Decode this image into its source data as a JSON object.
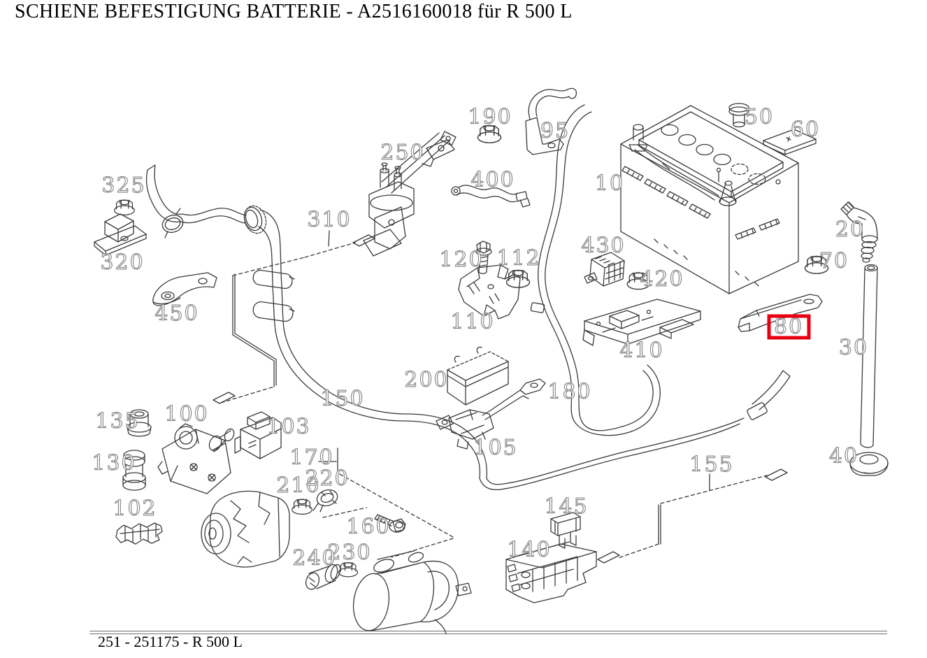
{
  "page": {
    "title": "SCHIENE BEFESTIGUNG BATTERIE - A2516160018 für R 500 L",
    "footer": "251 - 251175 - R 500 L"
  },
  "diagram": {
    "type": "exploded-parts-diagram",
    "highlighted_part": "80",
    "colors": {
      "line": "#3a3a3a",
      "label": "#8d8d8d",
      "highlight": "#e60012",
      "background": "#ffffff"
    },
    "parts": [
      {
        "label": "10"
      },
      {
        "label": "20"
      },
      {
        "label": "30"
      },
      {
        "label": "40"
      },
      {
        "label": "50"
      },
      {
        "label": "60"
      },
      {
        "label": "70"
      },
      {
        "label": "80"
      },
      {
        "label": "95"
      },
      {
        "label": "100"
      },
      {
        "label": "102"
      },
      {
        "label": "103"
      },
      {
        "label": "105"
      },
      {
        "label": "110"
      },
      {
        "label": "112"
      },
      {
        "label": "120"
      },
      {
        "label": "130"
      },
      {
        "label": "135"
      },
      {
        "label": "140"
      },
      {
        "label": "145"
      },
      {
        "label": "150"
      },
      {
        "label": "155"
      },
      {
        "label": "160"
      },
      {
        "label": "170"
      },
      {
        "label": "180"
      },
      {
        "label": "190"
      },
      {
        "label": "200"
      },
      {
        "label": "210"
      },
      {
        "label": "220"
      },
      {
        "label": "230"
      },
      {
        "label": "240"
      },
      {
        "label": "250"
      },
      {
        "label": "310"
      },
      {
        "label": "320"
      },
      {
        "label": "325"
      },
      {
        "label": "400"
      },
      {
        "label": "410"
      },
      {
        "label": "420"
      },
      {
        "label": "430"
      },
      {
        "label": "450"
      }
    ]
  }
}
